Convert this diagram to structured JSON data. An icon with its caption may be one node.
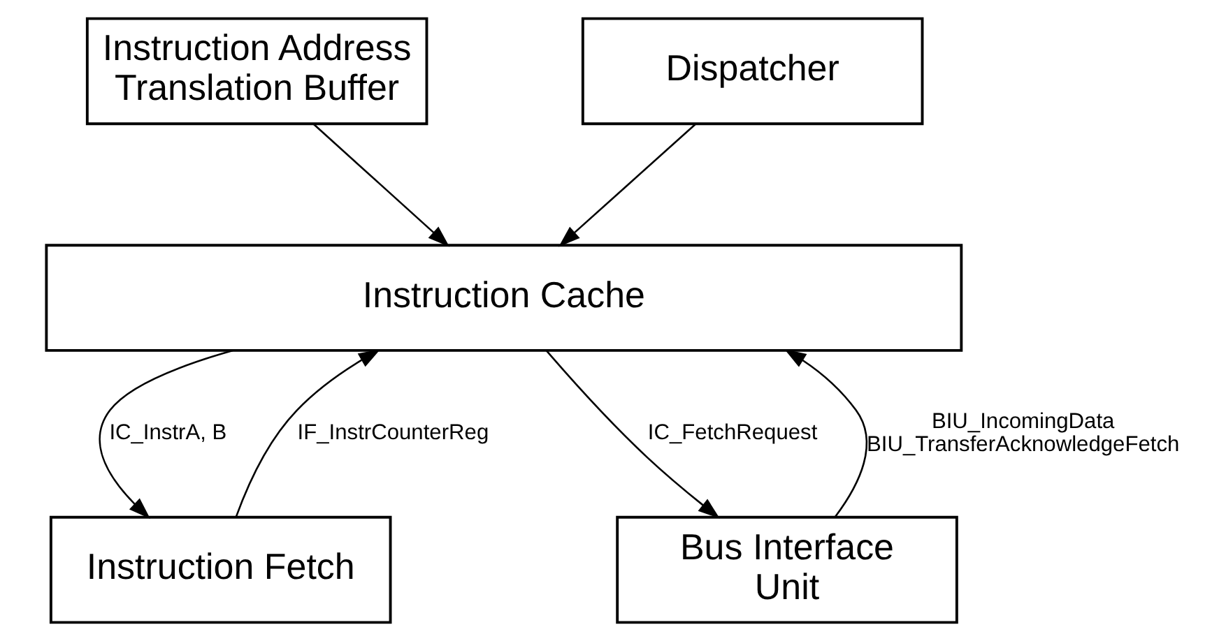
{
  "diagram": {
    "nodes": [
      {
        "text": [
          "Instruction Address Translation Buffer"
        ]
      },
      {
        "text": [
          "Dispatcher"
        ]
      },
      {
        "text": [
          "Instruction Cache"
        ]
      },
      {
        "text": [
          "Instruction Fetch"
        ]
      },
      {
        "text": [
          "Bus Interface Unit"
        ]
      }
    ],
    "edges": [
      {
        "from": 0,
        "to": 2,
        "arrow": "to"
      },
      {
        "from": 1,
        "to": 2,
        "arrow": "to"
      },
      {
        "from": 3,
        "to": 2,
        "arrow": "to",
        "label": "IF_InstrCounterReg"
      },
      {
        "from": 2,
        "to": 3,
        "arrow": "to",
        "label": "IC_InstrA, B"
      },
      {
        "from": 4,
        "to": 2,
        "arrow": "to",
        "label": "BIU_IncomingData BIU_TransferAcknowledgeFetch"
      },
      {
        "from": 2,
        "to": 4,
        "arrow": "to",
        "label": "IC_FetchRequest"
      }
    ]
  }
}
